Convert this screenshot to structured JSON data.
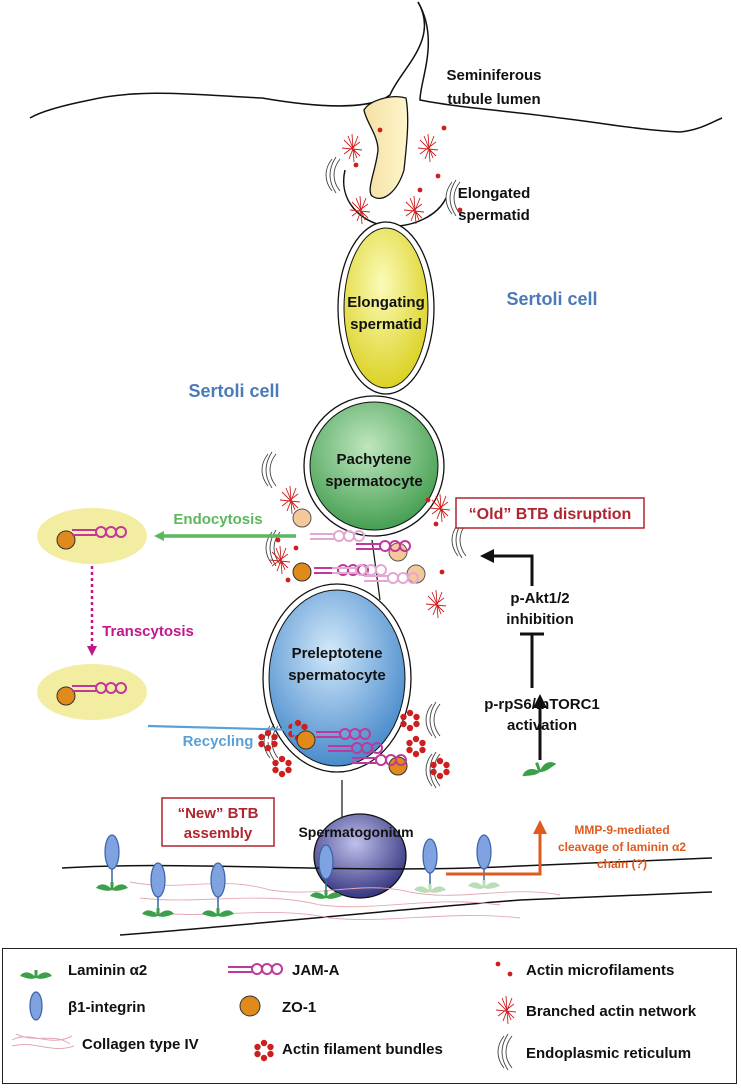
{
  "labels": {
    "lumen": [
      "Seminiferous",
      "tubule lumen"
    ],
    "elongated": [
      "Elongated",
      "spermatid"
    ],
    "elongating": [
      "Elongating",
      "spermatid"
    ],
    "sertoli_right": "Sertoli cell",
    "sertoli_left": "Sertoli cell",
    "pachytene": [
      "Pachytene",
      "spermatocyte"
    ],
    "preleptotene": [
      "Preleptotene",
      "spermatocyte"
    ],
    "spermatogonium": "Spermatogonium",
    "endocytosis": "Endocytosis",
    "transcytosis": "Transcytosis",
    "recycling": "Recycling",
    "old_btb": "“Old” BTB disruption",
    "new_btb": [
      "“New” BTB",
      "assembly"
    ],
    "akt": [
      "p-Akt1/2",
      "inhibition"
    ],
    "rps6": [
      "p-rpS6/mTORC1",
      "activation"
    ],
    "mmp": [
      "MMP-9-mediated",
      "cleavage of laminin α2",
      "chain (?)"
    ]
  },
  "legend": {
    "laminin": "Laminin α2",
    "jam": "JAM-A",
    "microfilaments": "Actin microfilaments",
    "integrin": "β1-integrin",
    "zo1": "ZO-1",
    "branched": "Branched actin network",
    "collagen": "Collagen type IV",
    "bundles": "Actin filament bundles",
    "er": "Endoplasmic reticulum"
  },
  "colors": {
    "sertoli_text": "#4a7ab8",
    "endocytosis": "#5cb85c",
    "transcytosis": "#c0188c",
    "recycling": "#5aa0d8",
    "btb_text": "#b0252f",
    "mmp": "#e05a1e",
    "vesicle": "#f2eda0",
    "zo1": "#e08a1c",
    "jam": "#c0399a",
    "laminin": "#3aa04a",
    "integrin": "#6a90d0",
    "actin_red": "#cc1f1f"
  },
  "icons": [
    "laminin-icon",
    "jam-a-icon",
    "actin-microfilament-icon",
    "integrin-icon",
    "zo1-icon",
    "branched-actin-icon",
    "collagen-icon",
    "actin-bundle-icon",
    "er-icon"
  ]
}
